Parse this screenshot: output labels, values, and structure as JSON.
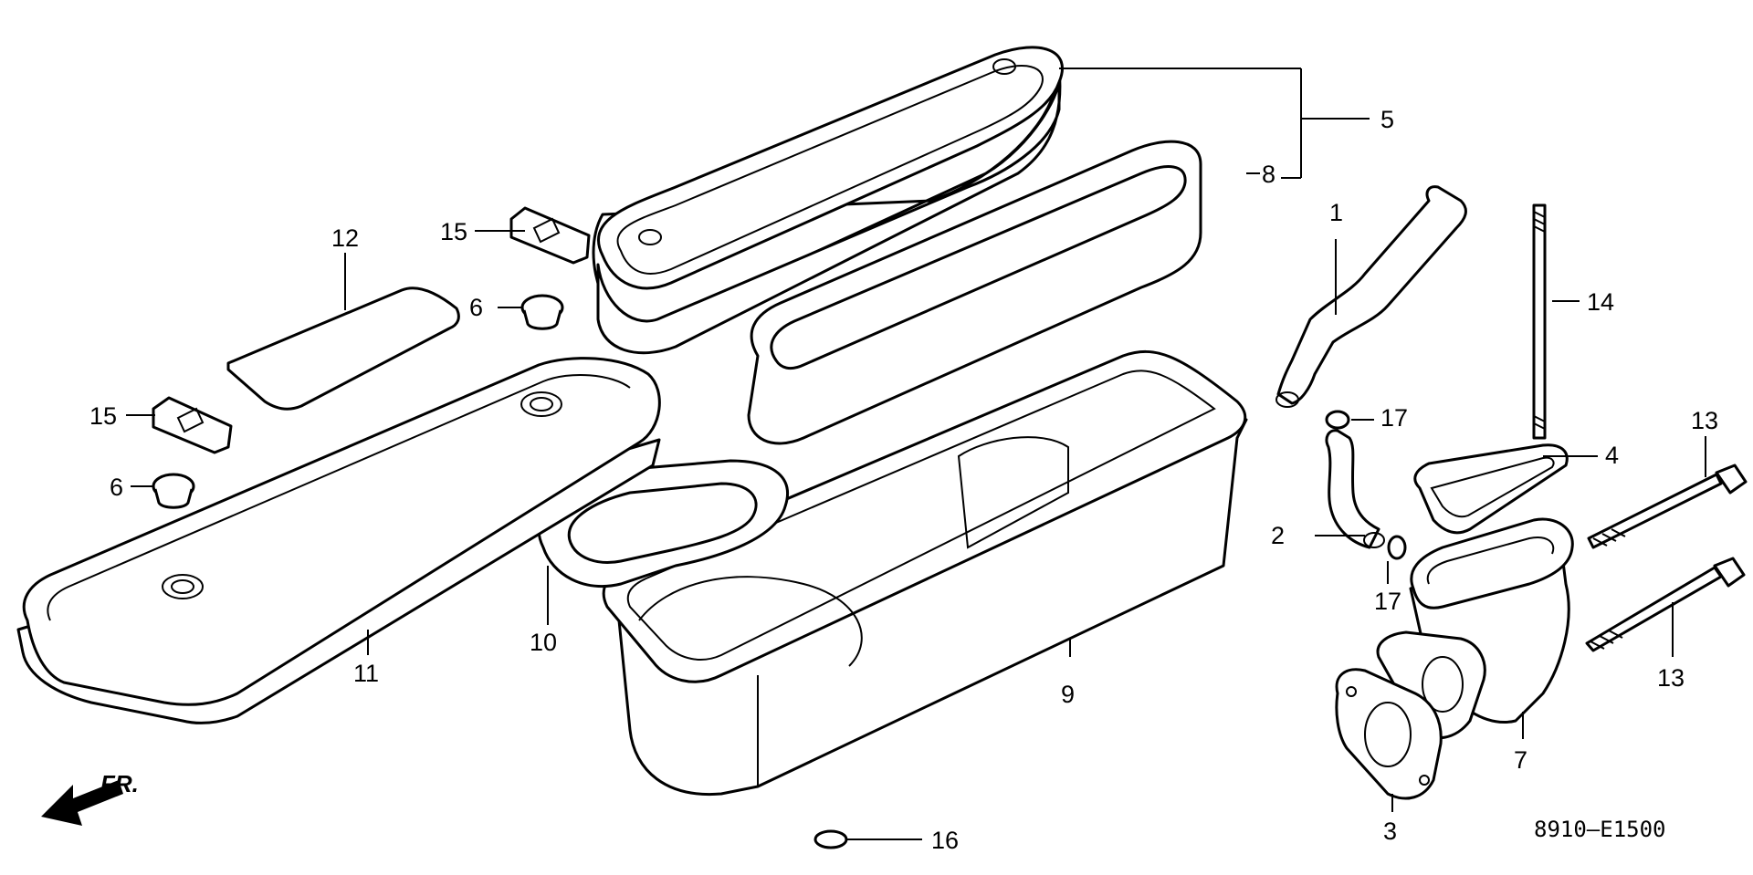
{
  "diagram": {
    "labels": {
      "p1": "1",
      "p2": "2",
      "p3": "3",
      "p4": "4",
      "p5": "5",
      "p6a": "6",
      "p6b": "6",
      "p7": "7",
      "p8": "8",
      "p9": "9",
      "p10": "10",
      "p11": "11",
      "p12": "12",
      "p13a": "13",
      "p13b": "13",
      "p14": "14",
      "p15a": "15",
      "p15b": "15",
      "p16": "16",
      "p17a": "17",
      "p17b": "17"
    },
    "code": "8910—E1500",
    "front_marker": "FR."
  }
}
